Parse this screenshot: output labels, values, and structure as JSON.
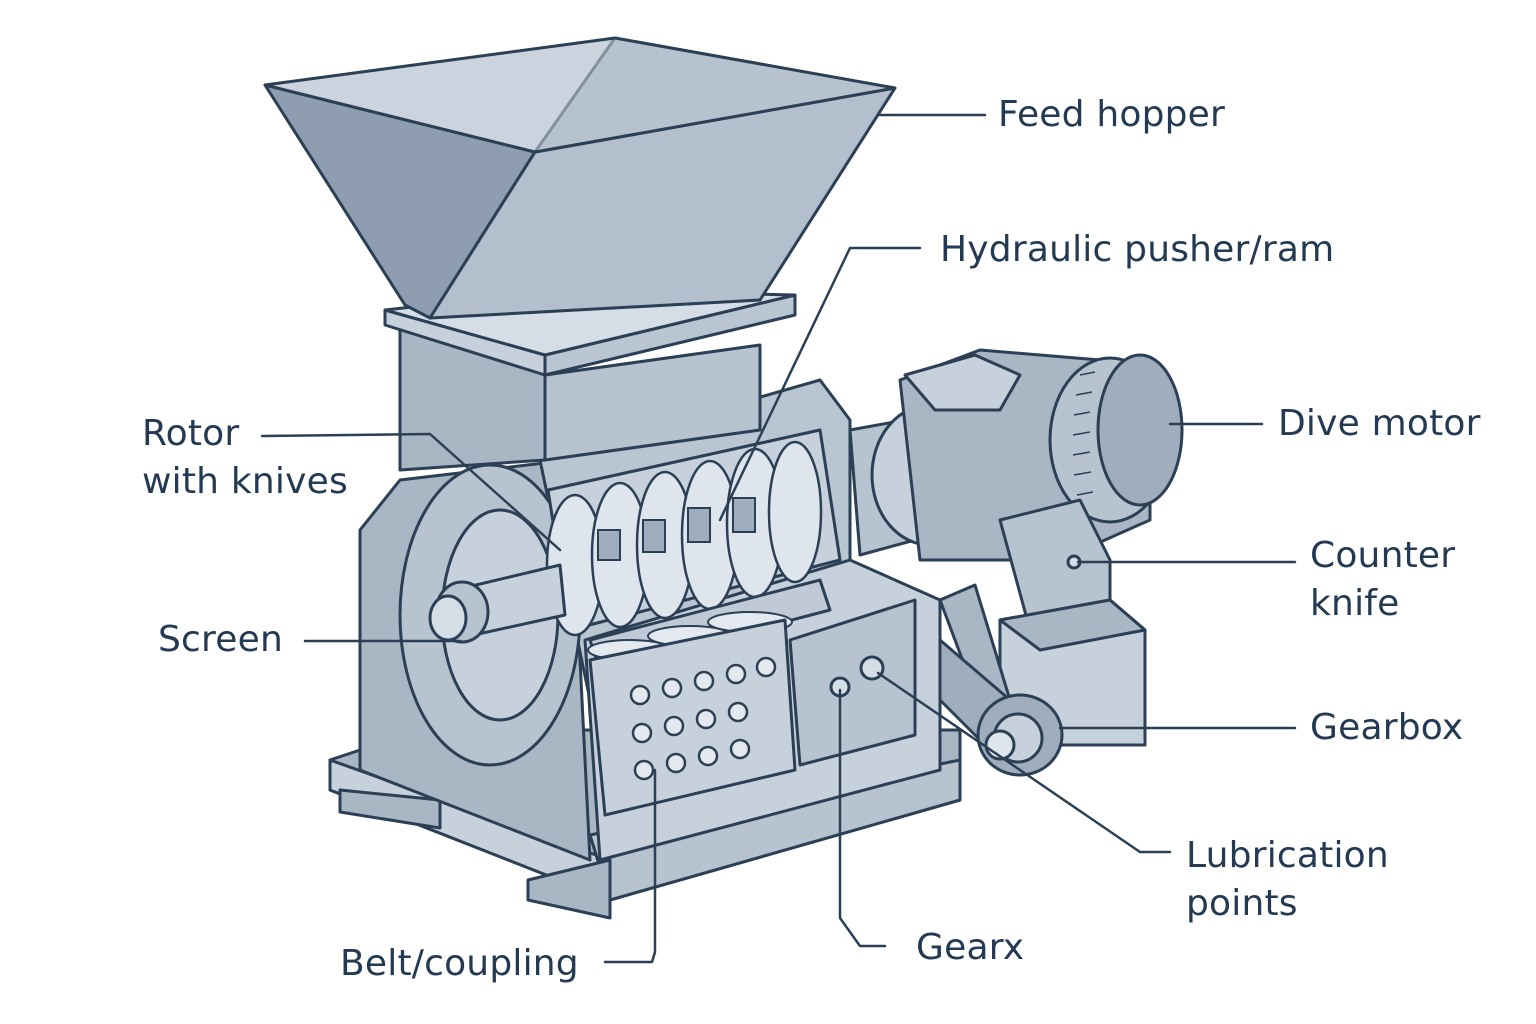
{
  "labels": {
    "feed_hopper": "Feed hopper",
    "hydraulic_pusher": "Hydraulic pusher/ram",
    "rotor_line1": "Rotor",
    "rotor_line2": "with knives",
    "drive_motor": "Dive motor",
    "counter_knife_line1": "Counter",
    "counter_knife_line2": "knife",
    "screen": "Screen",
    "gearbox": "Gearbox",
    "lubrication_line1": "Lubrication",
    "lubrication_line2": "points",
    "gearx": "Gearx",
    "belt_coupling": "Belt/coupling"
  },
  "colors": {
    "ink": "#2b3f55",
    "body_light": "#c7d1dc",
    "body_mid": "#a9b6c4",
    "body_dark": "#8797a9",
    "text": "#243a52"
  }
}
